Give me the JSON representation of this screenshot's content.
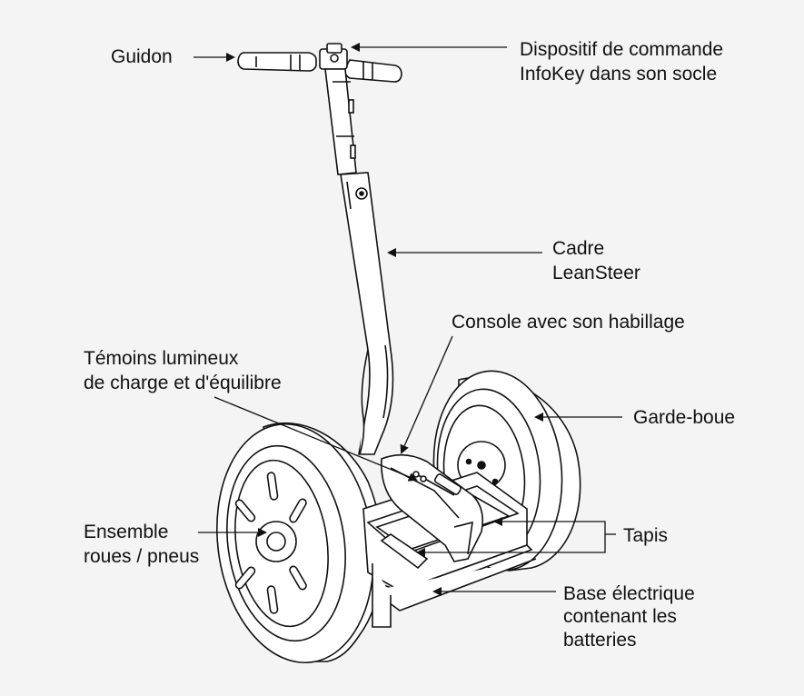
{
  "labels": {
    "guidon": "Guidon",
    "infokey_1": "Dispositif de commande",
    "infokey_2": "InfoKey dans son socle",
    "cadre_1": "Cadre",
    "cadre_2": "LeanSteer",
    "console": "Console avec son habillage",
    "temoins_1": "Témoins lumineux",
    "temoins_2": "de charge et d'équilibre",
    "garde_boue": "Garde-boue",
    "ensemble_1": "Ensemble",
    "ensemble_2": "roues / pneus",
    "tapis": "Tapis",
    "base_1": "Base électrique",
    "base_2": "contenant les",
    "base_3": "batteries"
  },
  "colors": {
    "line": "#111111",
    "background": "#f4f4f4",
    "fill": "#ffffff"
  }
}
